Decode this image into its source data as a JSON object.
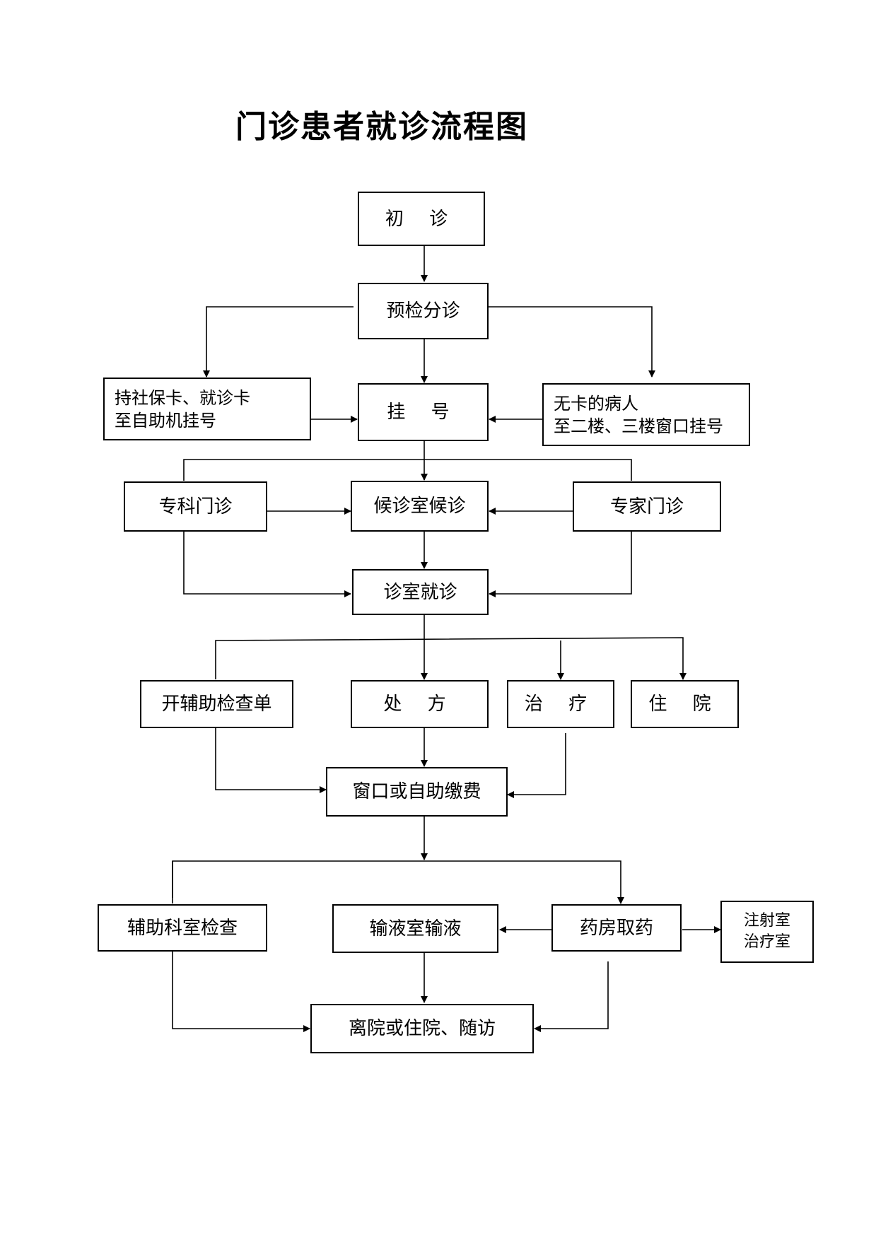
{
  "title": "门诊患者就诊流程图",
  "nodes": {
    "first_visit": "初 诊",
    "pre_triage": "预检分诊",
    "card_selfservice": "持社保卡、就诊卡\n至自助机挂号",
    "register": "挂 号",
    "no_card": "无卡的病人\n至二楼、三楼窗口挂号",
    "specialty_clinic": "专科门诊",
    "waiting_room": "候诊室候诊",
    "expert_clinic": "专家门诊",
    "consultation": "诊室就诊",
    "aux_exam_order": "开辅助检查单",
    "prescription": "处 方",
    "treatment": "治 疗",
    "hospitalization": "住 院",
    "payment": "窗口或自助缴费",
    "aux_dept_exam": "辅助科室检查",
    "infusion": "输液室输液",
    "pharmacy": "药房取药",
    "injection_room": "注射室\n治疗室",
    "discharge": "离院或住院、随访"
  }
}
